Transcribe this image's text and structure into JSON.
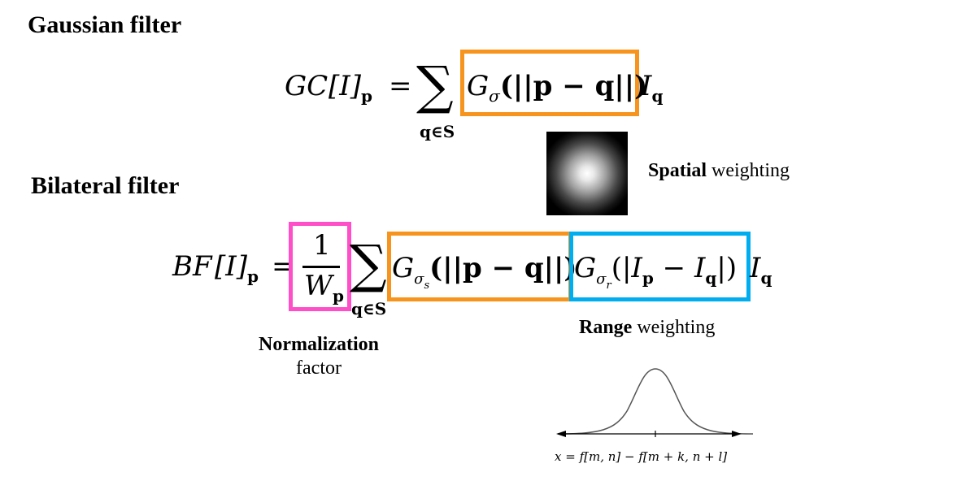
{
  "headings": {
    "gaussian": "Gaussian filter",
    "bilateral": "Bilateral filter"
  },
  "gaussian_formula": {
    "lhs_name": "GC",
    "lhs_I": "[I]",
    "lhs_sub": "p",
    "equals": "=",
    "sum": "∑",
    "sum_sub": "q∈S",
    "kernel_G": "G",
    "kernel_sigma": "σ",
    "kernel_arg": "(||p − q||)",
    "I": "I",
    "I_sub": "q"
  },
  "bilateral_formula": {
    "lhs_name": "BF",
    "lhs_I": "[I]",
    "lhs_sub": "p",
    "equals": "=",
    "frac_num": "1",
    "frac_den_W": "W",
    "frac_den_sub": "p",
    "sum": "∑",
    "sum_sub": "q∈S",
    "spatial_G": "G",
    "spatial_sub": "σ",
    "spatial_subsub": "s",
    "spatial_arg": "(||p − q||)",
    "range_G": "G",
    "range_sub": "σ",
    "range_subsub": "r",
    "range_arg_open": "(|",
    "range_Ip": "I",
    "range_Ip_sub": "p",
    "range_minus": " − ",
    "range_Iq": "I",
    "range_Iq_sub": "q",
    "range_arg_close": "|)",
    "I": "I",
    "I_sub": "q"
  },
  "captions": {
    "spatial_bold": "Spatial",
    "spatial_rest": " weighting",
    "range_bold": "Range",
    "range_rest": " weighting",
    "norm_bold": "Normalization",
    "norm_rest": "factor"
  },
  "gaussian_axis_label": "x = f[m, n] − f[m + k, n + l]",
  "colors": {
    "spatial_box": "#f7941d",
    "range_box": "#00aeef",
    "norm_box": "#ff4fc8"
  }
}
